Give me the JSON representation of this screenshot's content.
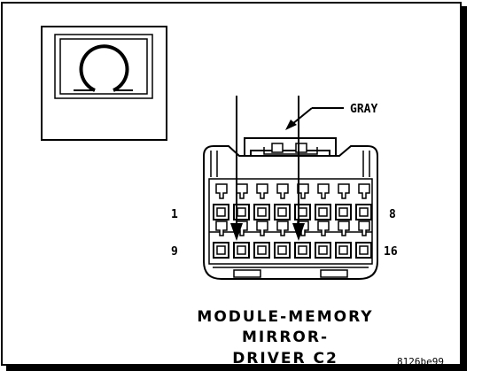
{
  "callout": {
    "wire_color": "GRAY"
  },
  "pins": {
    "top_left": "1",
    "top_right": "8",
    "bottom_left": "9",
    "bottom_right": "16"
  },
  "caption": {
    "line1": "MODULE-MEMORY",
    "line2": "MIRROR-",
    "line3": "DRIVER C2"
  },
  "figure_id": "8126be99",
  "connector": {
    "cavities_per_row": 8,
    "rows": 2
  }
}
